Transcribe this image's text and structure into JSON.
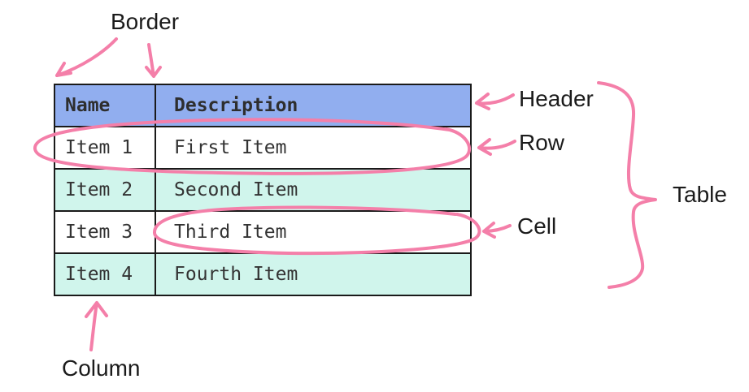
{
  "diagram": {
    "annotation_color": "#F47FA9",
    "labels": {
      "border": "Border",
      "header": "Header",
      "row": "Row",
      "cell": "Cell",
      "table": "Table",
      "column": "Column"
    }
  },
  "table": {
    "columns": [
      "Name",
      "Description"
    ],
    "rows": [
      {
        "name": "Item 1",
        "description": "First Item"
      },
      {
        "name": "Item 2",
        "description": "Second Item"
      },
      {
        "name": "Item 3",
        "description": "Third Item"
      },
      {
        "name": "Item 4",
        "description": "Fourth Item"
      }
    ],
    "colors": {
      "header_bg": "#91AEEF",
      "stripe_bg": "#D0F5EC",
      "border": "#1A1A1A"
    }
  }
}
